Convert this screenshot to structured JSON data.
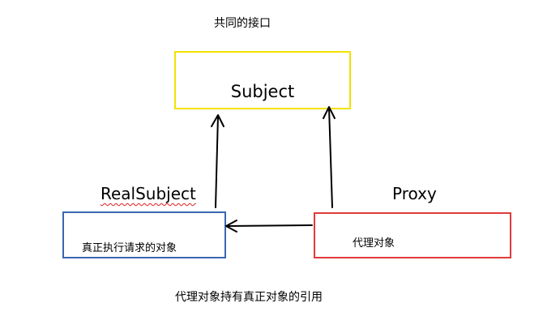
{
  "texts": {
    "top_label": "共同的接口",
    "subject": "Subject",
    "real_subject": "RealSubject",
    "proxy": "Proxy",
    "real_subject_desc": "真正执行请求的对象",
    "proxy_desc": "代理对象",
    "caption": "代理对象持有真正对象的引用"
  },
  "colors": {
    "subject_border": "#f2e200",
    "real_subject_border": "#3a66b0",
    "proxy_border": "#e03a3a",
    "arrow": "#000000",
    "spellcheck_underline": "#e02020"
  }
}
